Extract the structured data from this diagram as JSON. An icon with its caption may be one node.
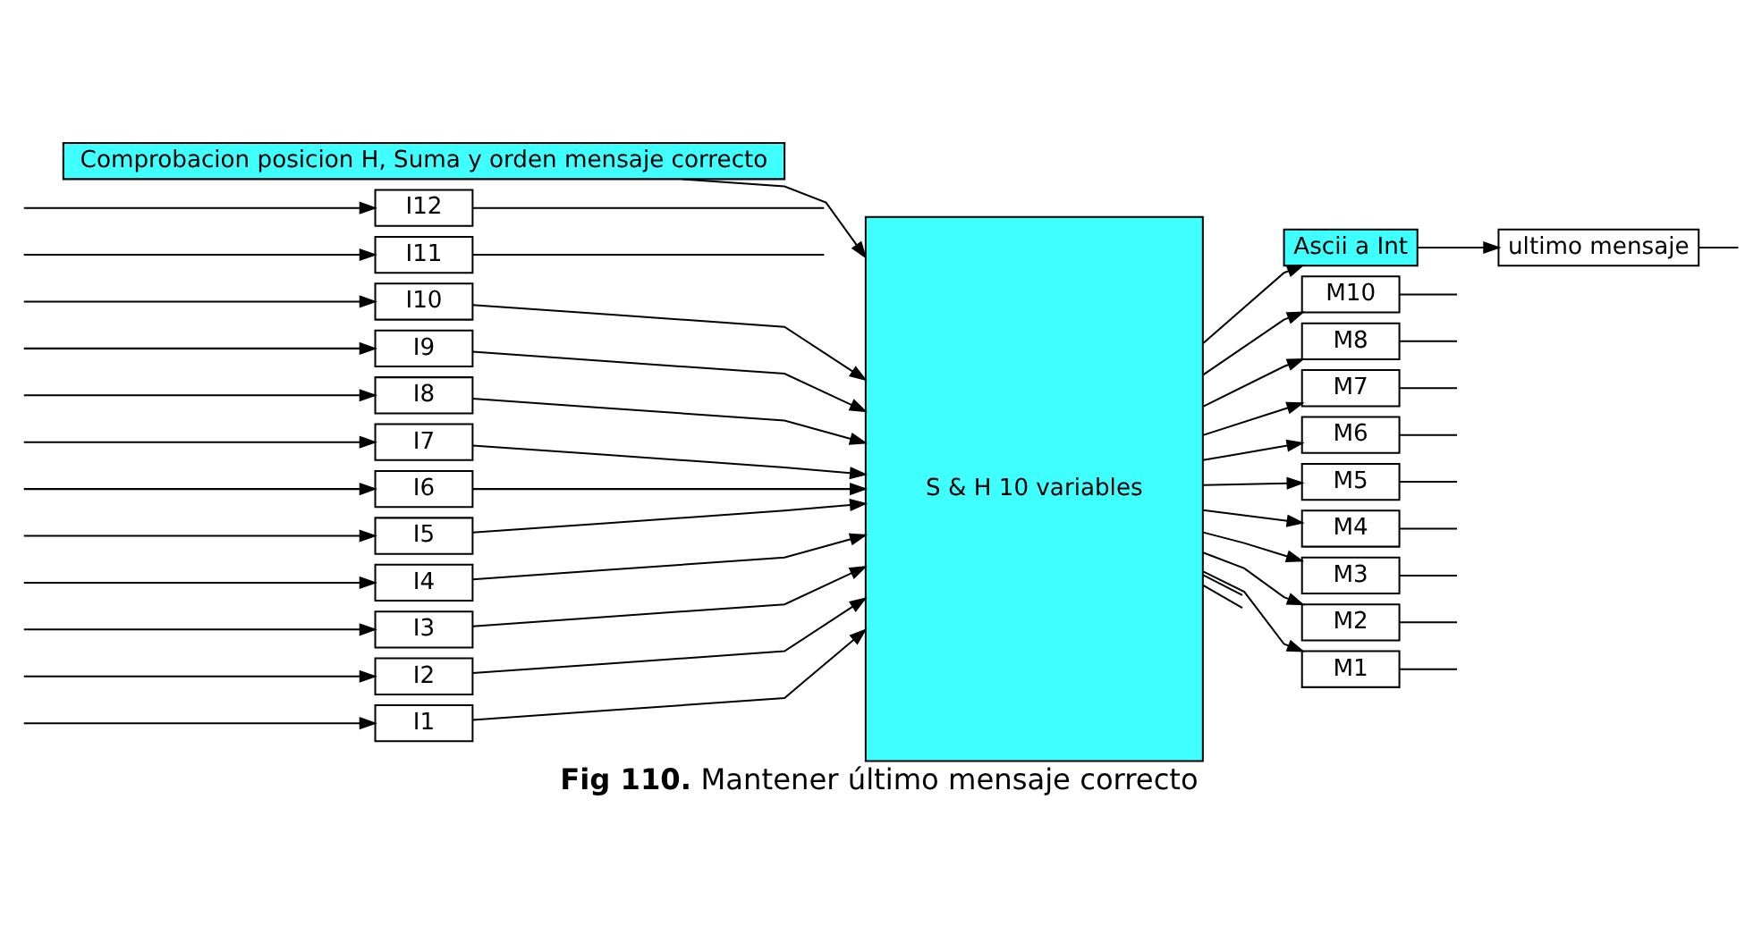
{
  "diagram": {
    "caption": "**Fig 110.** Mantener último mensaje correcto",
    "nodes": [
      {
        "text": [
          "Comprobacion posicion H, Suma y orden mensaje correcto"
        ]
      },
      {
        "text": [
          "I12"
        ]
      },
      {
        "text": [
          "I11"
        ]
      },
      {
        "text": [
          "I10"
        ]
      },
      {
        "text": [
          "I9"
        ]
      },
      {
        "text": [
          "I8"
        ]
      },
      {
        "text": [
          "I7"
        ]
      },
      {
        "text": [
          "I6"
        ]
      },
      {
        "text": [
          "I5"
        ]
      },
      {
        "text": [
          "I4"
        ]
      },
      {
        "text": [
          "I3"
        ]
      },
      {
        "text": [
          "I2"
        ]
      },
      {
        "text": [
          "I1"
        ]
      },
      {
        "text": [
          "S & H 10 variables"
        ]
      },
      {
        "text": [
          "Ascii a Int"
        ]
      },
      {
        "text": [
          "ultimo mensaje"
        ]
      },
      {
        "text": [
          "M10"
        ]
      },
      {
        "text": [
          "M8"
        ]
      },
      {
        "text": [
          "M7"
        ]
      },
      {
        "text": [
          "M6"
        ]
      },
      {
        "text": [
          "M5"
        ]
      },
      {
        "text": [
          "M4"
        ]
      },
      {
        "text": [
          "M3"
        ]
      },
      {
        "text": [
          "M2"
        ]
      },
      {
        "text": [
          "M1"
        ]
      }
    ],
    "edges": [
      {
        "from": 1,
        "to": null,
        "arrow": "none"
      },
      {
        "from": 2,
        "to": null,
        "arrow": "none"
      },
      {
        "from": null,
        "to": 1,
        "arrow": "to"
      },
      {
        "from": null,
        "to": 2,
        "arrow": "to"
      },
      {
        "from": null,
        "to": 3,
        "arrow": "to"
      },
      {
        "from": null,
        "to": 4,
        "arrow": "to"
      },
      {
        "from": null,
        "to": 5,
        "arrow": "to"
      },
      {
        "from": null,
        "to": 6,
        "arrow": "to"
      },
      {
        "from": null,
        "to": 7,
        "arrow": "to"
      },
      {
        "from": null,
        "to": 8,
        "arrow": "to"
      },
      {
        "from": null,
        "to": 9,
        "arrow": "to"
      },
      {
        "from": null,
        "to": 10,
        "arrow": "to"
      },
      {
        "from": null,
        "to": 11,
        "arrow": "to"
      },
      {
        "from": null,
        "to": 12,
        "arrow": "to"
      },
      {
        "from": 0,
        "to": 13,
        "arrow": "to"
      },
      {
        "from": 3,
        "to": 13,
        "arrow": "to"
      },
      {
        "from": 4,
        "to": 13,
        "arrow": "to"
      },
      {
        "from": 5,
        "to": 13,
        "arrow": "to"
      },
      {
        "from": 6,
        "to": 13,
        "arrow": "to"
      },
      {
        "from": 7,
        "to": 13,
        "arrow": "to"
      },
      {
        "from": 8,
        "to": 13,
        "arrow": "to"
      },
      {
        "from": 9,
        "to": 13,
        "arrow": "to"
      },
      {
        "from": 10,
        "to": 13,
        "arrow": "to"
      },
      {
        "from": 11,
        "to": 13,
        "arrow": "to"
      },
      {
        "from": 12,
        "to": 13,
        "arrow": "to"
      },
      {
        "from": 13,
        "to": null,
        "arrow": "none"
      },
      {
        "from": 13,
        "to": 14,
        "arrow": "to"
      },
      {
        "from": 13,
        "to": 16,
        "arrow": "to"
      },
      {
        "from": 13,
        "to": 17,
        "arrow": "to"
      },
      {
        "from": 13,
        "to": 18,
        "arrow": "to"
      },
      {
        "from": 13,
        "to": 19,
        "arrow": "to"
      },
      {
        "from": 13,
        "to": 20,
        "arrow": "to"
      },
      {
        "from": 13,
        "to": 21,
        "arrow": "to"
      },
      {
        "from": 13,
        "to": 22,
        "arrow": "to"
      },
      {
        "from": 13,
        "to": 23,
        "arrow": "to"
      },
      {
        "from": 13,
        "to": 24,
        "arrow": "to"
      },
      {
        "from": 13,
        "to": null,
        "arrow": "none"
      },
      {
        "from": 14,
        "to": 15,
        "arrow": "to"
      },
      {
        "from": 15,
        "to": null,
        "arrow": "none"
      },
      {
        "from": 16,
        "to": null,
        "arrow": "none"
      },
      {
        "from": 17,
        "to": null,
        "arrow": "none"
      },
      {
        "from": 18,
        "to": null,
        "arrow": "none"
      },
      {
        "from": 19,
        "to": null,
        "arrow": "none"
      },
      {
        "from": 20,
        "to": null,
        "arrow": "none"
      },
      {
        "from": 21,
        "to": null,
        "arrow": "none"
      },
      {
        "from": 22,
        "to": null,
        "arrow": "none"
      },
      {
        "from": 23,
        "to": null,
        "arrow": "none"
      },
      {
        "from": 24,
        "to": null,
        "arrow": "none"
      }
    ]
  }
}
